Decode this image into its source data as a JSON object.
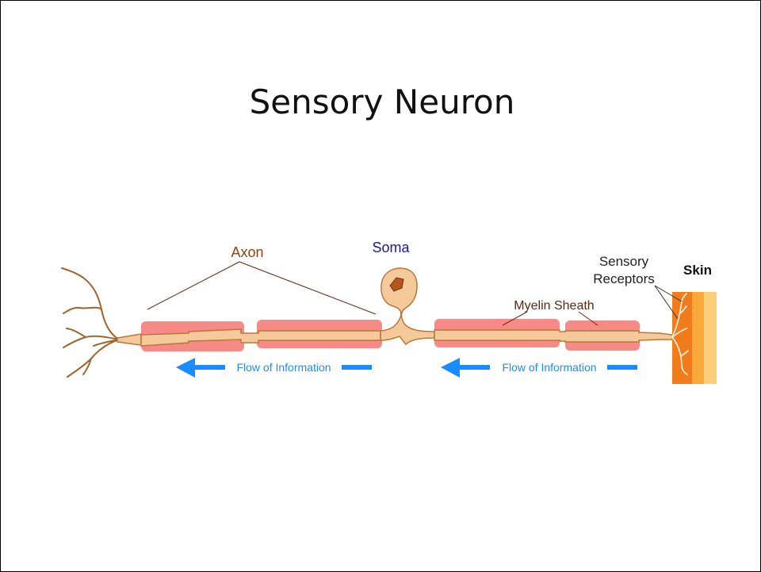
{
  "slide": {
    "title": "Sensory Neuron"
  },
  "diagram": {
    "labels": {
      "axon": "Axon",
      "soma": "Soma",
      "myelin_sheath": "Myelin Sheath",
      "sensory_receptors_line1": "Sensory",
      "sensory_receptors_line2": "Receptors",
      "skin": "Skin",
      "flow_left": "Flow of Information",
      "flow_right": "Flow of Information"
    },
    "colors": {
      "axon_fill": "#f5c99a",
      "axon_stroke": "#b8773a",
      "myelin": "#f47d7a",
      "dendrite": "#a0642e",
      "flow_arrow": "#1a8cff",
      "axon_label": "#8b4513",
      "soma_label": "#1a1a8c",
      "skin_outer": "#f07c1c",
      "skin_mid": "#f9a83a",
      "skin_inner": "#fcd079",
      "nucleus": "#b5541c"
    }
  }
}
